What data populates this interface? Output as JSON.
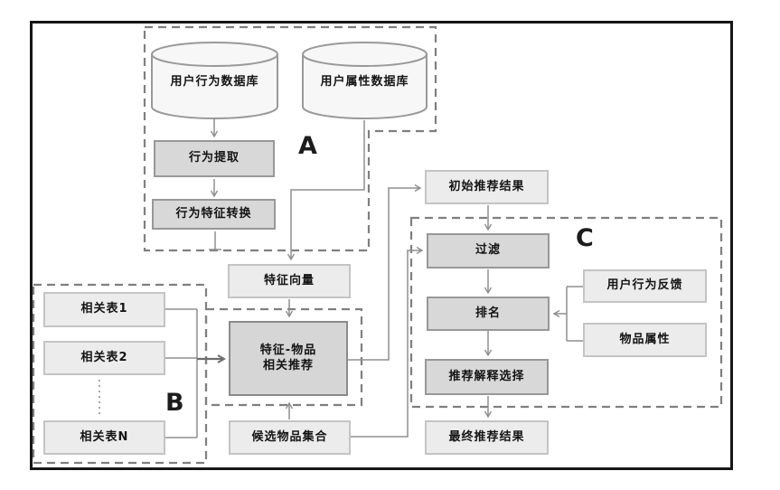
{
  "figure": {
    "groups": {
      "a": "A",
      "b": "B",
      "c": "C"
    },
    "databases": {
      "user_behavior_db": "用户行为数据库",
      "user_attribute_db": "用户属性数据库"
    },
    "nodes": {
      "behavior_extraction": "行为提取",
      "behavior_feature_conversion": "行为特征转换",
      "feature_vector": "特征向量",
      "related_table_1": "相关表1",
      "related_table_2": "相关表2",
      "related_table_n": "相关表N",
      "feature_item_line1": "特征-物品",
      "feature_item_line2": "相关推荐",
      "candidate_item_set": "候选物品集合",
      "initial_result": "初始推荐结果",
      "filter": "过滤",
      "ranking": "排名",
      "explanation_selection": "推荐解释选择",
      "final_result": "最终推荐结果",
      "user_behavior_feedback": "用户行为反馈",
      "item_attributes": "物品属性"
    },
    "colors": {
      "process_box_fill": "#d8d8d8",
      "process_box_border": "#989898",
      "data_box_fill": "#ececec",
      "data_box_border": "#c4c4c4",
      "cylinder_fill": "#f7f7f7",
      "connector": "#8f8f8f",
      "dashed_outline": "#7f7f7f",
      "frame": "#161616"
    }
  }
}
